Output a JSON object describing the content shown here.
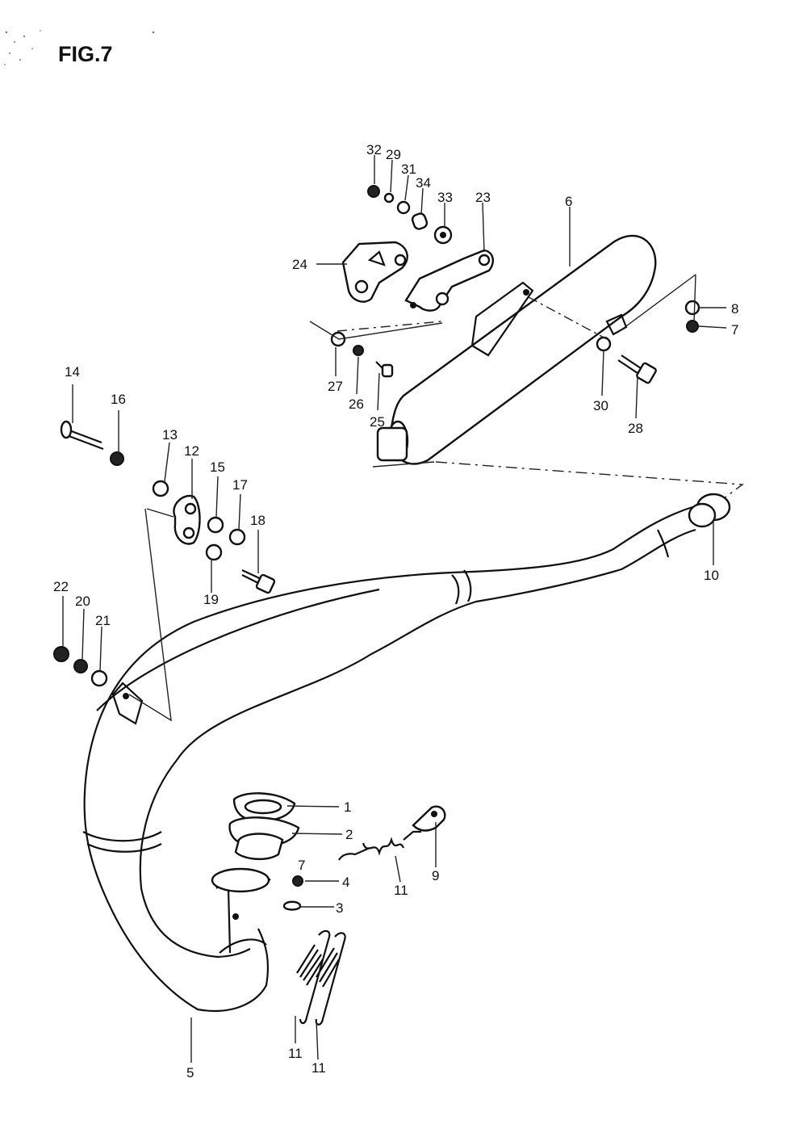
{
  "figure_title": "FIG.7",
  "labels": {
    "p1": "1",
    "p2": "2",
    "p3": "3",
    "p4": "4",
    "p5": "5",
    "p6": "6",
    "p7a": "7",
    "p7b": "7",
    "p8": "8",
    "p9": "9",
    "p10": "10",
    "p11a": "11",
    "p11b": "11",
    "p11c": "11",
    "p12": "12",
    "p13": "13",
    "p14": "14",
    "p15": "15",
    "p16": "16",
    "p17": "17",
    "p18": "18",
    "p19": "19",
    "p20": "20",
    "p21": "21",
    "p22": "22",
    "p23": "23",
    "p24": "24",
    "p25": "25",
    "p26": "26",
    "p27": "27",
    "p28": "28",
    "p29": "29",
    "p30": "30",
    "p31": "31",
    "p32": "32",
    "p33": "33",
    "p34": "34"
  },
  "colors": {
    "ink": "#111111",
    "paper": "#ffffff"
  }
}
